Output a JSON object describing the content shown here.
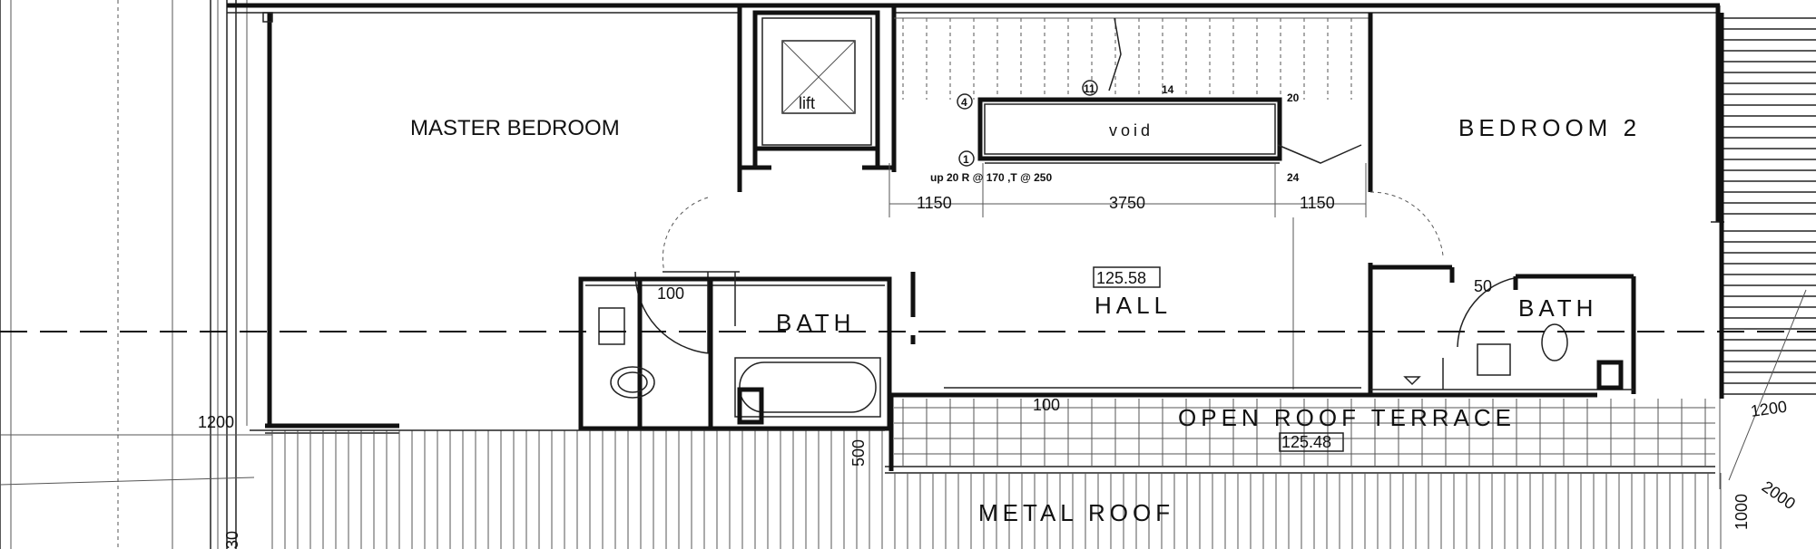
{
  "rooms": {
    "master_bedroom": "MASTER BEDROOM",
    "bedroom_2": "BEDROOM  2",
    "hall": "HALL",
    "bath_left": "BATH",
    "bath_right": "BATH",
    "terrace": "OPEN ROOF TERRACE",
    "metal_roof": "METAL ROOF",
    "lift": "lift",
    "void": "void"
  },
  "levels": {
    "hall": "125.58",
    "terrace": "125.48"
  },
  "stair": {
    "note": "up 20 R @ 170 ,T @ 250",
    "step_labels": [
      "4",
      "1",
      "11",
      "14",
      "20",
      "24"
    ]
  },
  "dimensions": [
    "1150",
    "3750",
    "1150",
    "100",
    "50",
    "100",
    "1200",
    "1200",
    "500",
    "1000",
    "2000",
    "30"
  ]
}
